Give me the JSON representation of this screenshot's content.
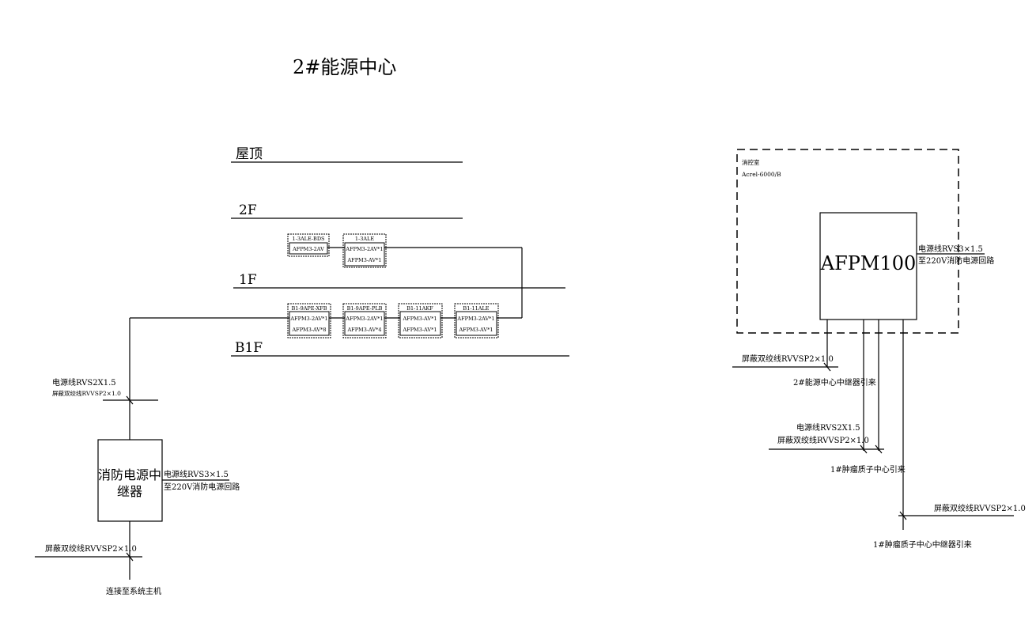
{
  "title": "2#能源中心",
  "floors": {
    "roof": "屋顶",
    "f2": "2F",
    "f1": "1F",
    "b1": "B1F"
  },
  "devices_1f": [
    {
      "name": "1-3ALE-BDS",
      "lines": [
        "AFPM3-2AV"
      ]
    },
    {
      "name": "1-3ALE",
      "lines": [
        "AFPM3-2AV*1",
        "AFPM3-AV*1"
      ]
    }
  ],
  "devices_b1": [
    {
      "name": "B1-9APE-XFB",
      "lines": [
        "AFPM3-2AV*1",
        "AFPM3-AV*8"
      ]
    },
    {
      "name": "B1-9APE-PLB",
      "lines": [
        "AFPM3-2AV*1",
        "AFPM3-AV*4"
      ]
    },
    {
      "name": "B1-11AKF",
      "lines": [
        "AFPM3-AV*1",
        "AFPM3-AV*1"
      ]
    },
    {
      "name": "B1-11ALE",
      "lines": [
        "AFPM3-2AV*1",
        "AFPM3-AV*1"
      ]
    }
  ],
  "left": {
    "cable_power": "电源线RVS2X1.5",
    "cable_shield": "屏蔽双绞线RVVSP2×1.0",
    "relay_line1": "消防电源中",
    "relay_line2": "继器",
    "power_line1": "电源线RVS3×1.5",
    "power_line2": "至220V消防电源回路",
    "bottom_shield": "屏蔽双绞线RVVSP2×1.0",
    "connect": "连接至系统主机"
  },
  "right": {
    "room": "消控室",
    "model": "Acrel-6000/B",
    "afpm": "AFPM100",
    "power_line1": "电源线RVS3×1.5",
    "power_line2": "至220V消防电源回路",
    "shield1": "屏蔽双绞线RVVSP2×1.0",
    "relay_in": "2#能源中心中继器引来",
    "power2": "电源线RVS2X1.5",
    "shield2": "屏蔽双绞线RVVSP2×1.0",
    "tumor_center": "1#肿瘤质子中心引来",
    "shield3": "屏蔽双绞线RVVSP2×1.0",
    "tumor_relay": "1#肿瘤质子中心中继器引来"
  }
}
